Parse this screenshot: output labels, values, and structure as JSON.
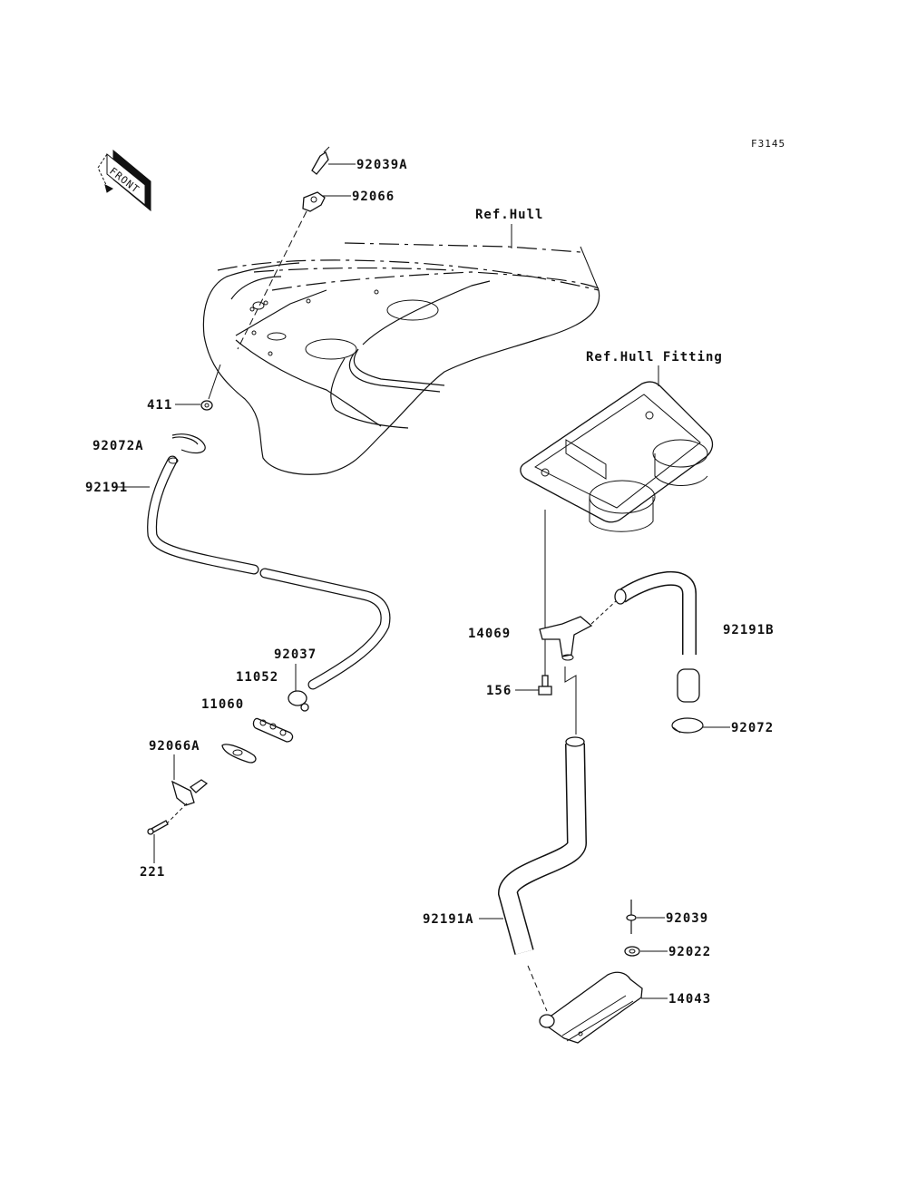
{
  "diagram_id": "F3145",
  "front_indicator": "FRONT",
  "references": {
    "hull": "Ref.Hull",
    "hull_fitting": "Ref.Hull Fitting"
  },
  "parts": [
    {
      "id": "92039A",
      "name": "bolt"
    },
    {
      "id": "92066",
      "name": "plug"
    },
    {
      "id": "411",
      "name": "nut"
    },
    {
      "id": "92072A",
      "name": "clamp"
    },
    {
      "id": "92191",
      "name": "tube"
    },
    {
      "id": "92037",
      "name": "clamp"
    },
    {
      "id": "11052",
      "name": "fitting"
    },
    {
      "id": "11060",
      "name": "gasket"
    },
    {
      "id": "92066A",
      "name": "plug"
    },
    {
      "id": "221",
      "name": "screw"
    },
    {
      "id": "14069",
      "name": "fitting"
    },
    {
      "id": "156",
      "name": "bolt"
    },
    {
      "id": "92191B",
      "name": "tube"
    },
    {
      "id": "92072",
      "name": "clamp"
    },
    {
      "id": "92191A",
      "name": "tube"
    },
    {
      "id": "92039",
      "name": "bolt"
    },
    {
      "id": "92022",
      "name": "washer"
    },
    {
      "id": "14043",
      "name": "cover"
    }
  ]
}
